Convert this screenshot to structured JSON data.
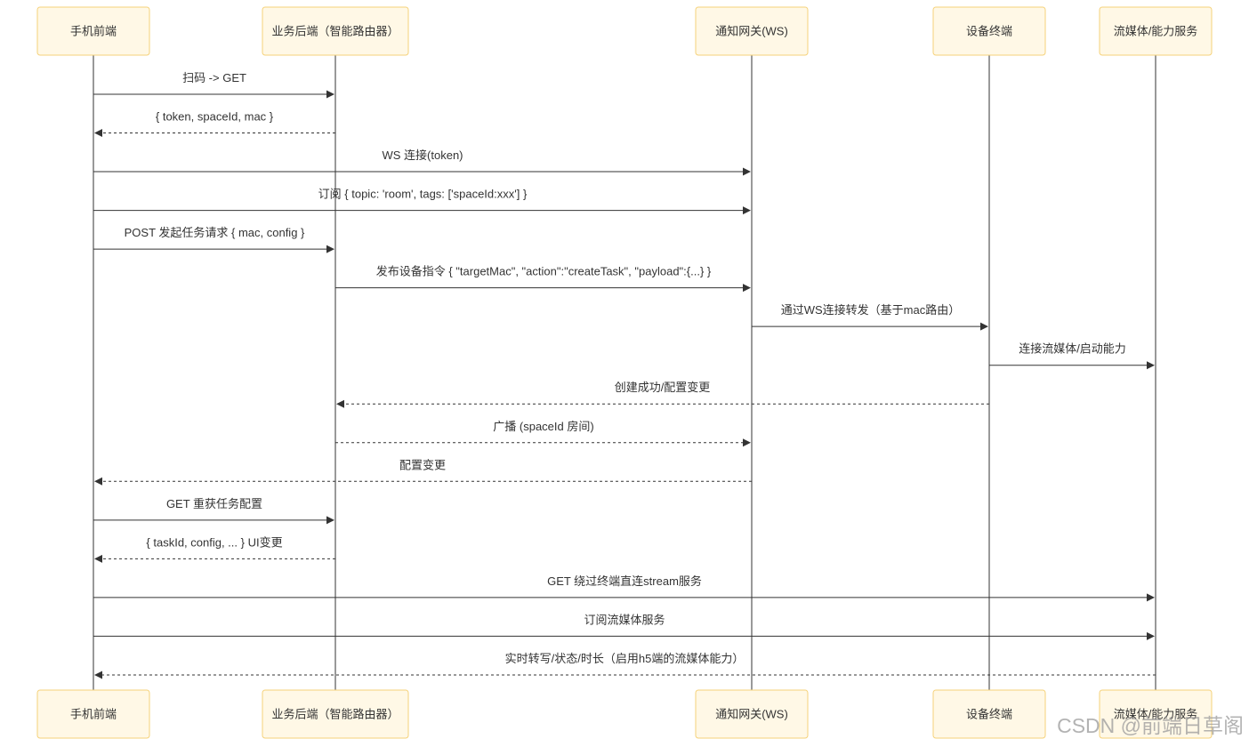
{
  "participants": [
    {
      "label": "手机前端"
    },
    {
      "label": "业务后端（智能路由器）"
    },
    {
      "label": "通知网关(WS)"
    },
    {
      "label": "设备终端"
    },
    {
      "label": "流媒体/能力服务"
    }
  ],
  "messages": [
    {
      "from": 0,
      "to": 1,
      "label": "扫码 -> GET",
      "dashed": false
    },
    {
      "from": 1,
      "to": 0,
      "label": "{ token, spaceId, mac }",
      "dashed": true
    },
    {
      "from": 0,
      "to": 2,
      "label": "WS 连接(token)",
      "dashed": false
    },
    {
      "from": 0,
      "to": 2,
      "label": "订阅 { topic: 'room', tags: ['spaceId:xxx'] }",
      "dashed": false
    },
    {
      "from": 0,
      "to": 1,
      "label": "POST 发起任务请求 { mac, config }",
      "dashed": false
    },
    {
      "from": 1,
      "to": 2,
      "label": "发布设备指令 { \"targetMac\", \"action\":\"createTask\", \"payload\":{...} }",
      "dashed": false
    },
    {
      "from": 2,
      "to": 3,
      "label": "通过WS连接转发（基于mac路由）",
      "dashed": false
    },
    {
      "from": 3,
      "to": 4,
      "label": "连接流媒体/启动能力",
      "dashed": false
    },
    {
      "from": 3,
      "to": 1,
      "label": "创建成功/配置变更",
      "dashed": true
    },
    {
      "from": 1,
      "to": 2,
      "label": "广播 (spaceId 房间)",
      "dashed": true
    },
    {
      "from": 2,
      "to": 0,
      "label": "配置变更",
      "dashed": true
    },
    {
      "from": 0,
      "to": 1,
      "label": "GET 重获任务配置",
      "dashed": false
    },
    {
      "from": 1,
      "to": 0,
      "label": "{ taskId, config, ... } UI变更",
      "dashed": true
    },
    {
      "from": 0,
      "to": 4,
      "label": "GET 绕过终端直连stream服务",
      "dashed": false
    },
    {
      "from": 0,
      "to": 4,
      "label": "订阅流媒体服务",
      "dashed": false
    },
    {
      "from": 4,
      "to": 0,
      "label": "实时转写/状态/时长（启用h5端的流媒体能力）",
      "dashed": true
    }
  ],
  "watermark": "CSDN @前端日草阁",
  "colors": {
    "box_fill": "#fff8e6",
    "box_stroke": "#f5d27a",
    "line": "#333333",
    "text": "#333333",
    "watermark": "#9a9a9a"
  }
}
